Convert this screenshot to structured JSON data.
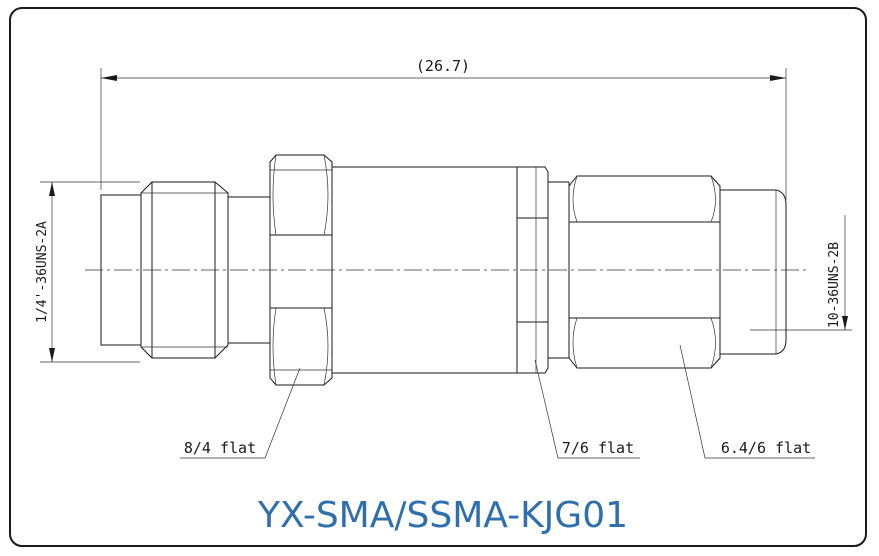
{
  "drawing": {
    "overall_length": "(26.7)",
    "left_thread": "1/4'-36UNS-2A",
    "right_thread": "10-36UNS-2B",
    "callouts": [
      {
        "label": "8/4 flat"
      },
      {
        "label": "7/6 flat"
      },
      {
        "label": "6.4/6 flat"
      }
    ],
    "part_number": "YX-SMA/SSMA-KJG01",
    "colors": {
      "line": "#1a1a1a",
      "title": "#2f6fad",
      "frame": "#1a1a1a"
    }
  }
}
